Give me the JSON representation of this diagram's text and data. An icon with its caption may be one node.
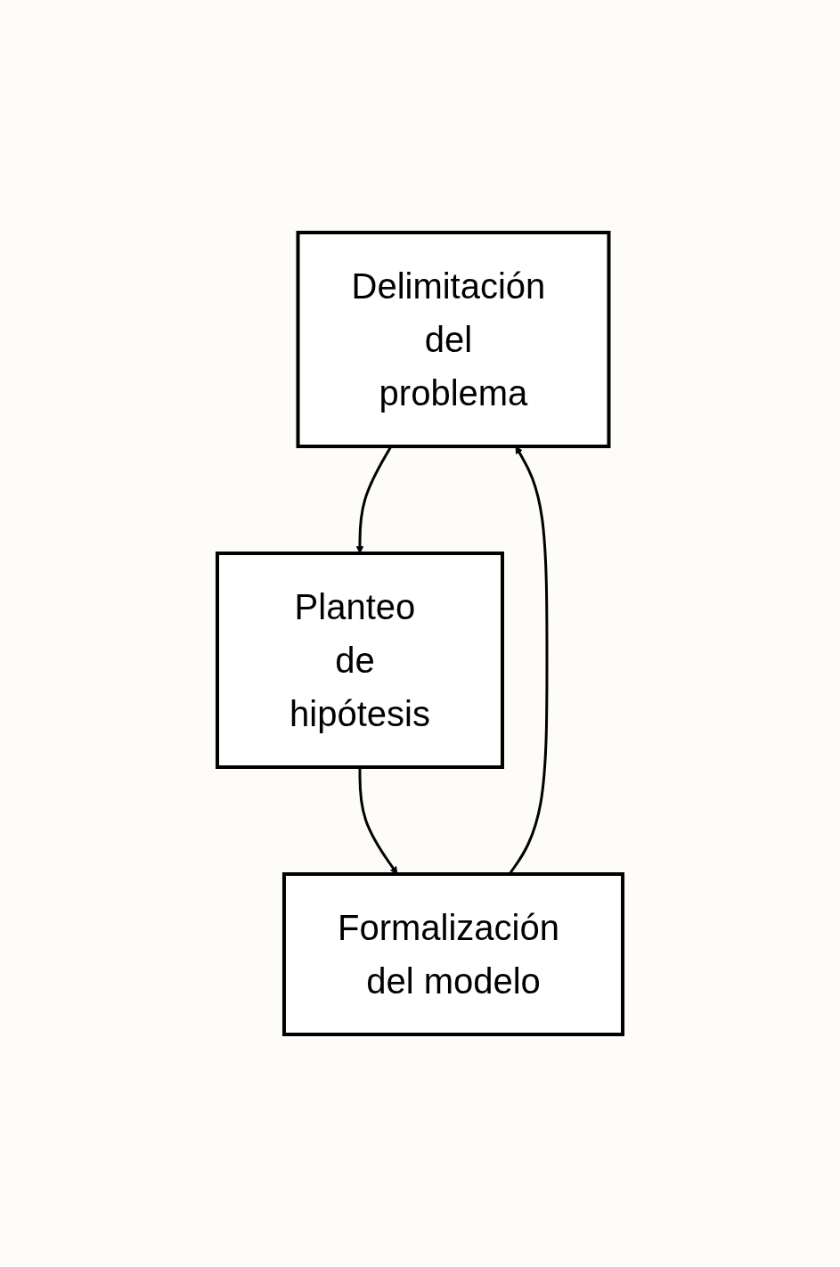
{
  "diagram": {
    "nodes": [
      {
        "text": [
          "Delimitación del problema"
        ]
      },
      {
        "text": [
          "Planteo de hipótesis"
        ]
      },
      {
        "text": [
          "Formalización del modelo"
        ]
      }
    ],
    "edges": [
      {
        "from": 0,
        "to": 1,
        "arrow": "to"
      },
      {
        "from": 1,
        "to": 2,
        "arrow": "to"
      },
      {
        "from": 2,
        "to": 0,
        "arrow": "to"
      }
    ]
  }
}
